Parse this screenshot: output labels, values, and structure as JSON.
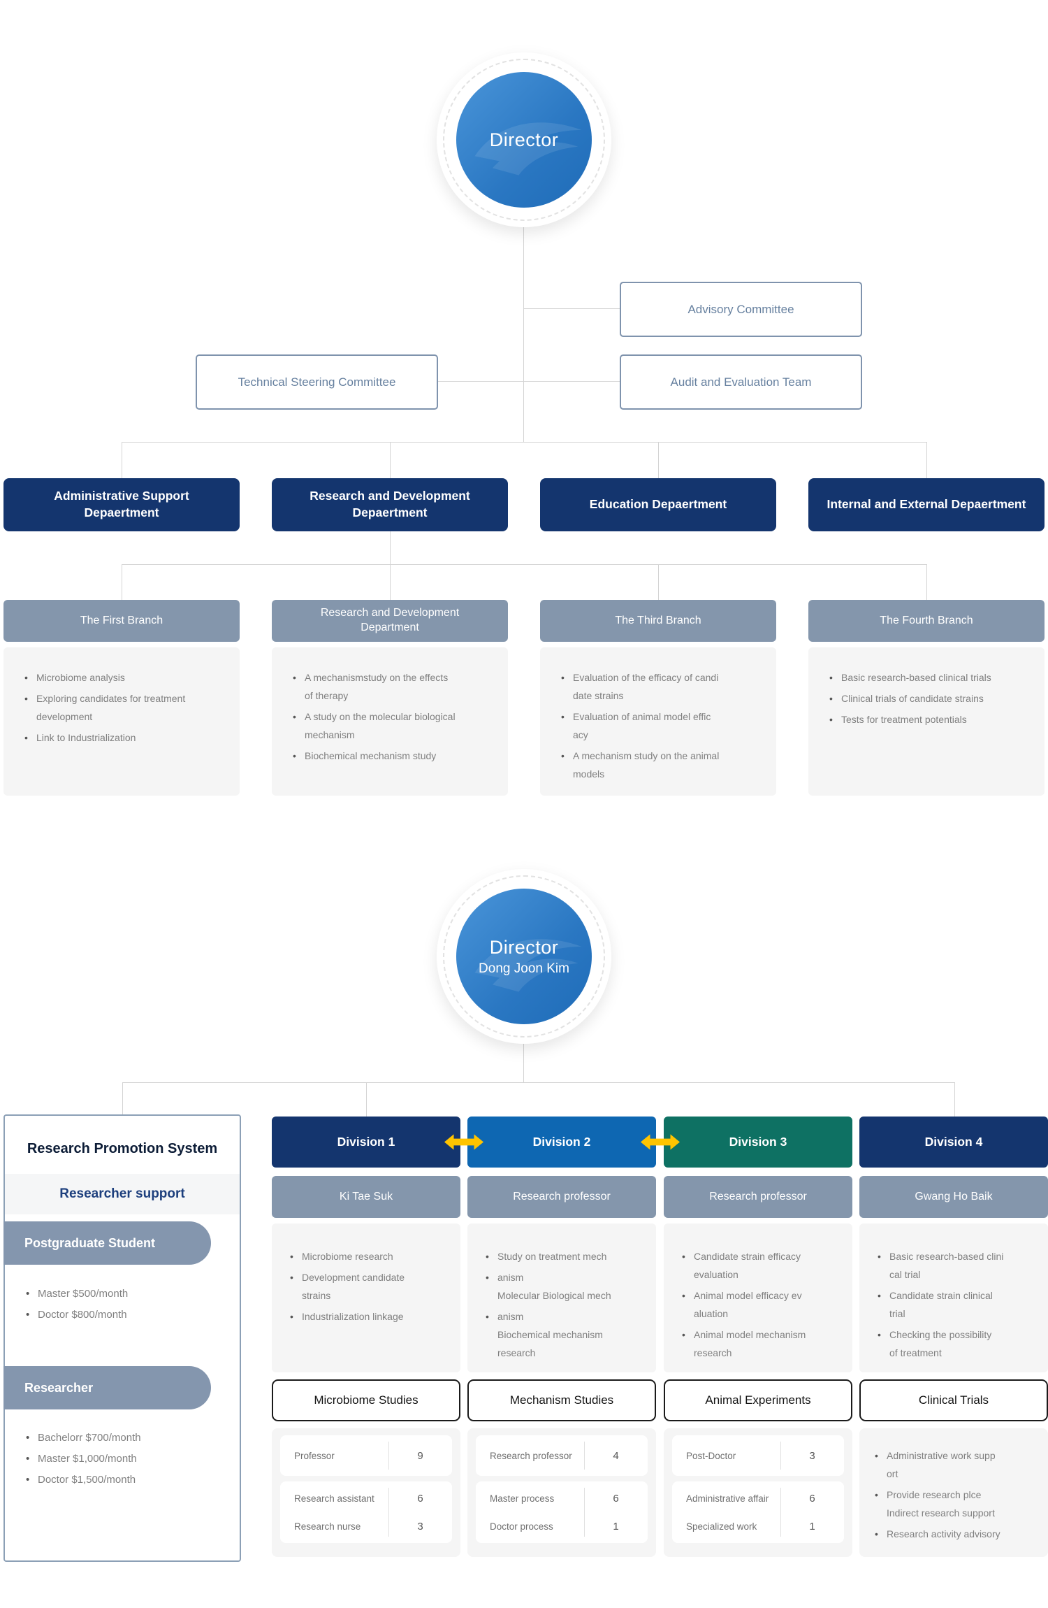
{
  "palette": {
    "navy": "#14356e",
    "blue": "#0e67b2",
    "teal": "#0e7163",
    "slate": "#8496ac",
    "gold": "#ffc400"
  },
  "org1": {
    "director": {
      "label": "Director"
    },
    "committees": {
      "advisory": "Advisory Committee",
      "technical": "Technical Steering Committee",
      "audit": "Audit and Evaluation Team"
    },
    "departments": [
      {
        "label": "Administrative Support Depaertment"
      },
      {
        "label": "Research and Development Depaertment"
      },
      {
        "label": "Education Depaertment"
      },
      {
        "label": "Internal and External Depaertment"
      }
    ],
    "branches": [
      {
        "title": "The First Branch",
        "lines": [
          {
            "b": true,
            "t": "Microbiome analysis"
          },
          {
            "b": true,
            "t": "Exploring candidates for treatment"
          },
          {
            "b": false,
            "t": "development"
          },
          {
            "b": true,
            "t": "Link to Industrialization"
          }
        ]
      },
      {
        "title": "Research and Development Department",
        "lines": [
          {
            "b": true,
            "t": "A mechanismstudy on the effects"
          },
          {
            "b": false,
            "t": "of therapy"
          },
          {
            "b": true,
            "t": "A study on the molecular biological"
          },
          {
            "b": false,
            "t": "mechanism"
          },
          {
            "b": true,
            "t": "Biochemical mechanism study"
          }
        ]
      },
      {
        "title": "The Third Branch",
        "lines": [
          {
            "b": true,
            "t": "Evaluation of the efficacy of candi"
          },
          {
            "b": false,
            "t": "date strains"
          },
          {
            "b": true,
            "t": "Evaluation of animal model effic"
          },
          {
            "b": false,
            "t": "acy"
          },
          {
            "b": true,
            "t": "A mechanism study on the animal"
          },
          {
            "b": false,
            "t": "models"
          }
        ]
      },
      {
        "title": "The Fourth Branch",
        "lines": [
          {
            "b": true,
            "t": "Basic research-based clinical trials"
          },
          {
            "b": true,
            "t": "Clinical trials of candidate strains"
          },
          {
            "b": true,
            "t": "Tests for treatment potentials"
          }
        ]
      }
    ]
  },
  "org2": {
    "director": {
      "label": "Director",
      "name": "Dong Joon Kim"
    },
    "promotion": {
      "title": "Research Promotion System",
      "subtitle": "Researcher support",
      "groups": [
        {
          "label": "Postgraduate Student",
          "items": [
            "Master $500/month",
            "Doctor $800/month"
          ]
        },
        {
          "label": "Researcher",
          "items": [
            "Bachelorr $700/month",
            "Master $1,000/month",
            "Doctor $1,500/month"
          ]
        }
      ]
    },
    "divisions": [
      {
        "label": "Division 1",
        "color": "#14356e",
        "head": "Ki Tae Suk",
        "study": "Microbiome Studies",
        "lines": [
          {
            "b": true,
            "t": "Microbiome research"
          },
          {
            "b": true,
            "t": "Development candidate"
          },
          {
            "b": false,
            "t": "strains"
          },
          {
            "b": true,
            "t": "Industrialization linkage"
          }
        ],
        "table": [
          [
            {
              "label": "Professor",
              "value": "9"
            }
          ],
          [
            {
              "label": "Research assistant",
              "value": "6"
            },
            {
              "label": "Research nurse",
              "value": "3"
            }
          ]
        ]
      },
      {
        "label": "Division 2",
        "color": "#0e67b2",
        "head": "Research professor",
        "study": "Mechanism Studies",
        "lines": [
          {
            "b": true,
            "t": "Study on treatment mech"
          },
          {
            "b": true,
            "t": "anism"
          },
          {
            "b": false,
            "t": "Molecular Biological mech"
          },
          {
            "b": true,
            "t": "anism"
          },
          {
            "b": false,
            "t": "Biochemical mechanism"
          },
          {
            "b": false,
            "t": "research"
          }
        ],
        "table": [
          [
            {
              "label": "Research professor",
              "value": "4"
            }
          ],
          [
            {
              "label": "Master process",
              "value": "6"
            },
            {
              "label": "Doctor process",
              "value": "1"
            }
          ]
        ]
      },
      {
        "label": "Division 3",
        "color": "#0e7163",
        "head": "Research professor",
        "study": "Animal Experiments",
        "lines": [
          {
            "b": true,
            "t": "Candidate strain efficacy"
          },
          {
            "b": false,
            "t": "evaluation"
          },
          {
            "b": true,
            "t": "Animal model efficacy ev"
          },
          {
            "b": false,
            "t": "aluation"
          },
          {
            "b": true,
            "t": "Animal model mechanism"
          },
          {
            "b": false,
            "t": "research"
          }
        ],
        "table": [
          [
            {
              "label": "Post-Doctor",
              "value": "3"
            }
          ],
          [
            {
              "label": "Administrative affair",
              "value": "6"
            },
            {
              "label": "Specialized work",
              "value": "1"
            }
          ]
        ]
      },
      {
        "label": "Division 4",
        "color": "#14356e",
        "head": "Gwang Ho Baik",
        "study": "Clinical Trials",
        "lines": [
          {
            "b": true,
            "t": "Basic research-based clini"
          },
          {
            "b": false,
            "t": "cal trial"
          },
          {
            "b": true,
            "t": "Candidate strain clinical"
          },
          {
            "b": false,
            "t": "trial"
          },
          {
            "b": true,
            "t": "Checking the possibility"
          },
          {
            "b": false,
            "t": "of treatment"
          }
        ],
        "notes": [
          {
            "b": true,
            "t": "Administrative work supp"
          },
          {
            "b": false,
            "t": "ort"
          },
          {
            "b": true,
            "t": "Provide research plce"
          },
          {
            "b": false,
            "t": "Indirect research support"
          },
          {
            "b": true,
            "t": "Research activity advisory"
          }
        ]
      }
    ]
  }
}
